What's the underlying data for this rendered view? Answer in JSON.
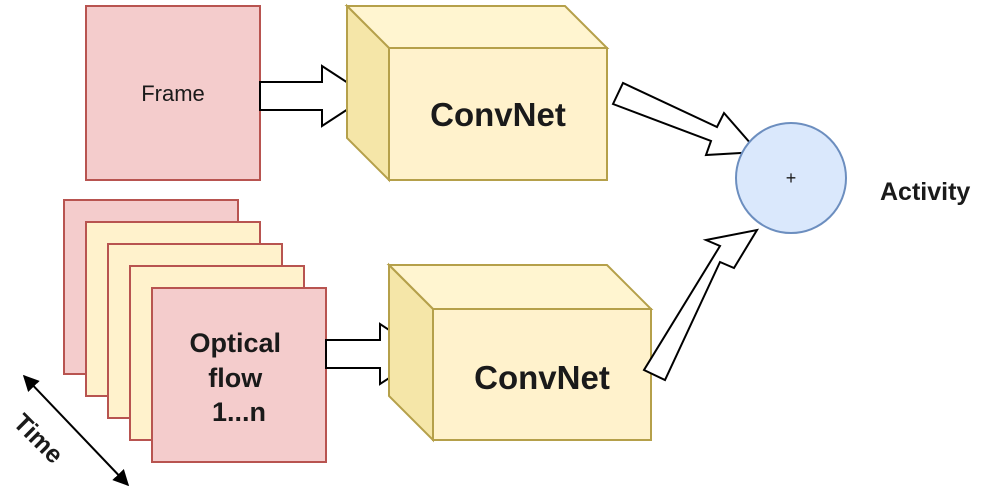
{
  "diagram": {
    "frame_label": "Frame",
    "convnet_top_label": "ConvNet",
    "convnet_bottom_label": "ConvNet",
    "optical_flow_lines": [
      "Optical",
      "flow",
      "1...n"
    ],
    "fusion_symbol": "+",
    "activity_label": "Activity",
    "time_label": "Time"
  },
  "colors": {
    "frame_fill": "#f4cccc",
    "frame_stroke": "#b85450",
    "stack_fill": "#fff2cc",
    "stack_stroke": "#b85450",
    "convnet_front": "#fff2cc",
    "convnet_side": "#f5e6a8",
    "convnet_stroke": "#b5a04a",
    "fusion_fill": "#dae8fc",
    "fusion_stroke": "#6c8ebf"
  }
}
